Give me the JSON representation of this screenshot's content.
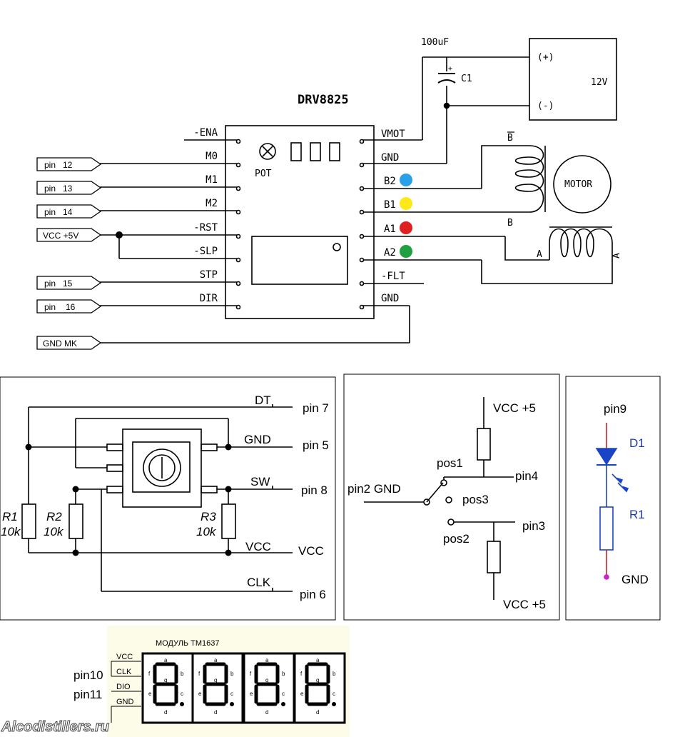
{
  "driver": {
    "title": "DRV8825",
    "pot_label": "POT",
    "left_pins": [
      "-ENA",
      "M0",
      "M1",
      "M2",
      "-RST",
      "-SLP",
      "STP",
      "DIR"
    ],
    "right_pins": [
      "VMOT",
      "GND",
      "B2",
      "B1",
      "A1",
      "A2",
      "-FLT",
      "GND"
    ],
    "cap_value": "100uF",
    "cap_name": "C1",
    "cap_plus": "+",
    "psu_pos": "(+)",
    "psu_neg": "(-)",
    "psu_voltage": "12V",
    "motor_label": "MOTOR",
    "coil_b_bar": "B",
    "coil_b": "B",
    "coil_a": "A",
    "coil_a_bar": "A",
    "inputs": [
      {
        "pin": "12"
      },
      {
        "pin": "13"
      },
      {
        "pin": "14"
      },
      {
        "pin": "15"
      },
      {
        "pin": "16"
      }
    ],
    "pin_prefix": "pin",
    "vcc_label": "VCC +5V",
    "gnd_mk_label": "GND MK"
  },
  "encoder": {
    "dt": "DT",
    "gnd": "GND",
    "sw": "SW",
    "vcc": "VCC",
    "clk": "CLK",
    "pin7": "pin 7",
    "pin5": "pin 5",
    "pin8": "pin 8",
    "pin_vcc": "VCC",
    "pin6": "pin 6",
    "r1": "R1",
    "r2": "R2",
    "r3": "R3",
    "r_value": "10k"
  },
  "switch": {
    "vcc_top": "VCC +5",
    "pos1": "pos1",
    "pin4": "pin4",
    "pin2gnd": "pin2 GND",
    "pos3": "pos3",
    "pin3": "pin3",
    "pos2": "pos2",
    "vcc_bottom": "VCC +5"
  },
  "led": {
    "pin9": "pin9",
    "d1": "D1",
    "r1": "R1",
    "gnd": "GND"
  },
  "tm1637": {
    "title": "МОДУЛЬ ТМ1637",
    "pins": [
      "VCC",
      "CLK",
      "DIO",
      "GND"
    ],
    "pin10": "pin10",
    "pin11": "pin11",
    "seg_a": "a",
    "seg_b": "b",
    "seg_c": "c",
    "seg_d": "d",
    "seg_e": "e",
    "seg_f": "f",
    "seg_g": "g"
  },
  "watermark": "Alcodistillers.ru",
  "colors": {
    "b2": "#2aa0e8",
    "b1": "#ffe81a",
    "a1": "#e02020",
    "a2": "#20a040",
    "led": "#1a44c8",
    "led_wire": "#cc2222",
    "led_text": "#1a3aa8",
    "gnd_dot": "#cc22cc"
  }
}
